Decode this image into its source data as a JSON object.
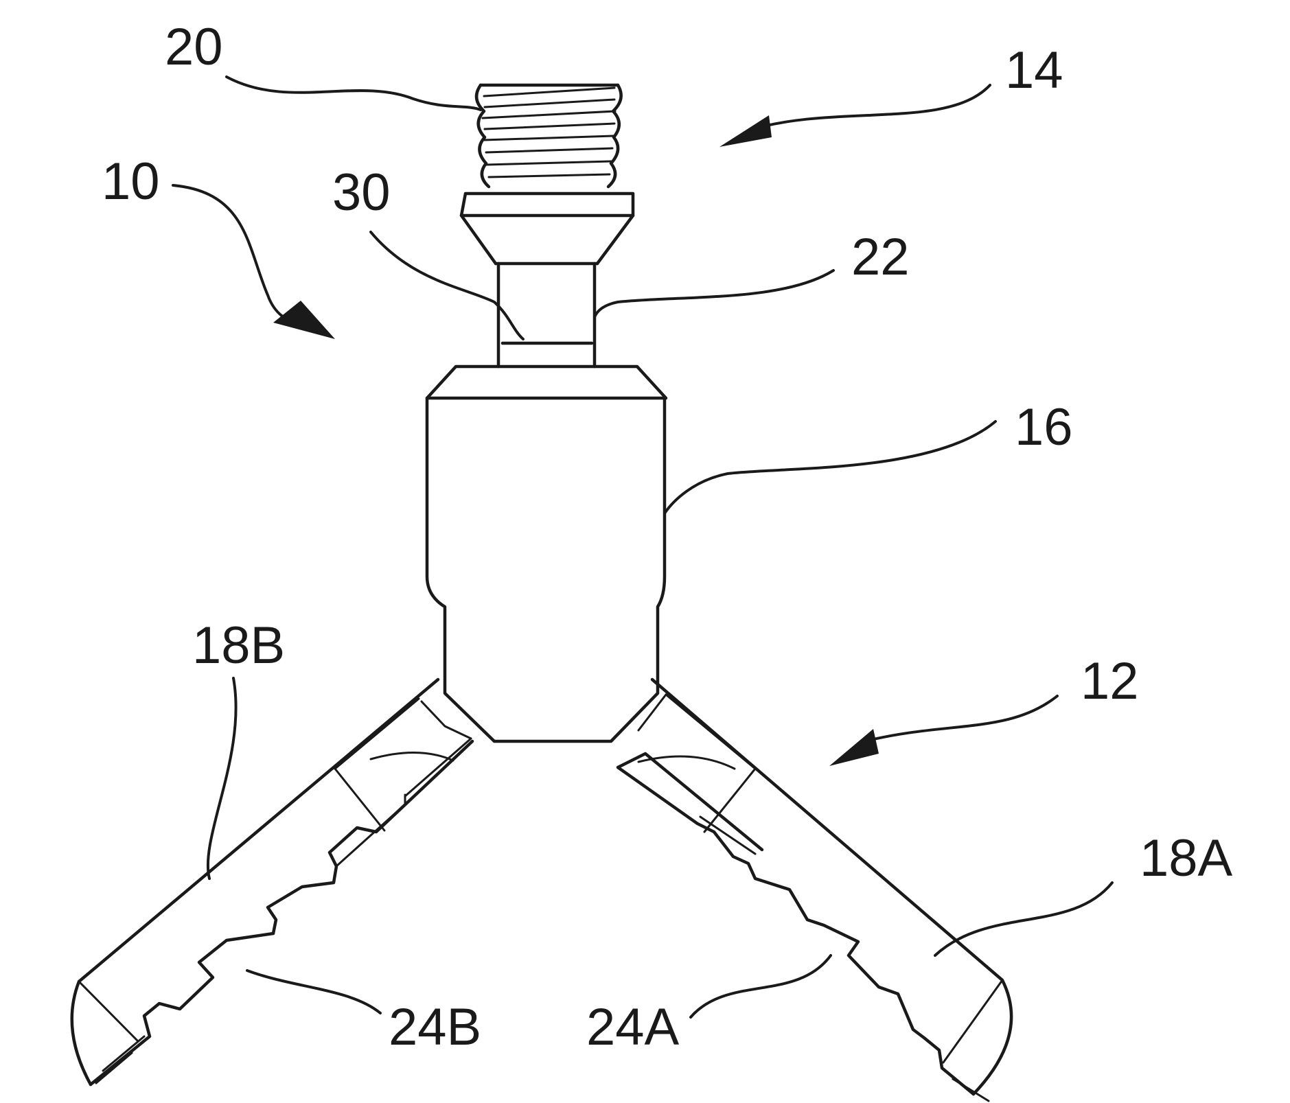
{
  "labels": {
    "l20": "20",
    "l14": "14",
    "l10": "10",
    "l30": "30",
    "l22": "22",
    "l16": "16",
    "l18b": "18B",
    "l12": "12",
    "l18a": "18A",
    "l24b": "24B",
    "l24a": "24A"
  },
  "colors": {
    "line": "#1a1a1a",
    "background": "#ffffff"
  }
}
